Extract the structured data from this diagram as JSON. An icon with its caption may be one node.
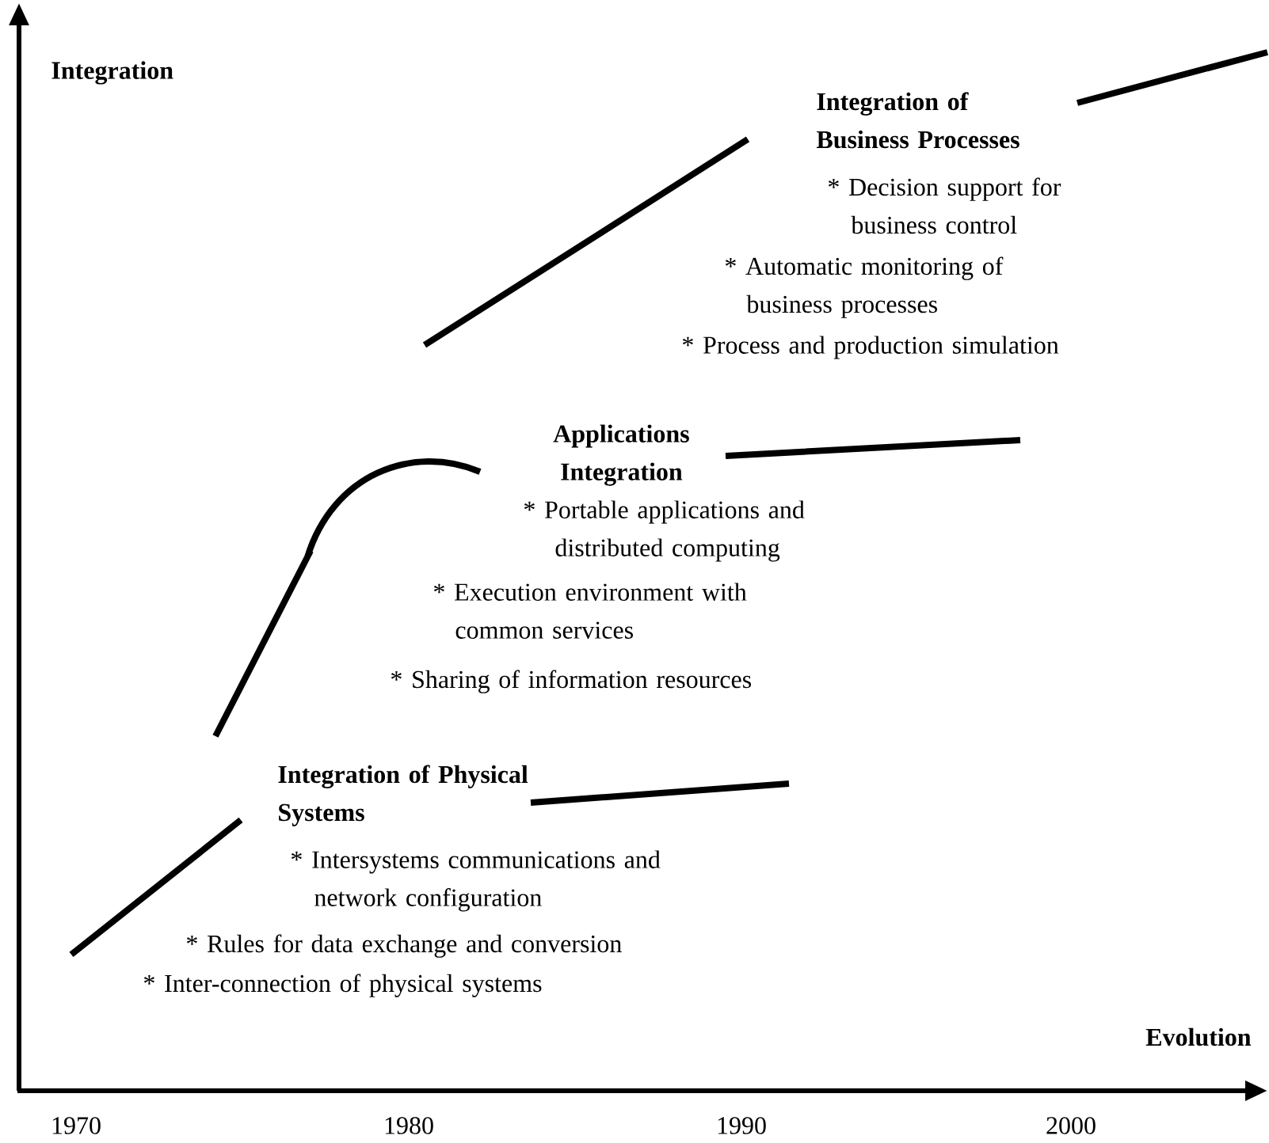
{
  "diagram": {
    "labels": [
      "Integration",
      "Integration of Business Processes",
      "* Decision support for business control",
      "* Automatic monitoring of business processes",
      "* Process and production simulation",
      "Applications Integration",
      "* Portable applications and distributed computing",
      "* Execution environment with common services",
      "* Sharing of information resources",
      "Integration of Physical Systems",
      "* Intersystems communications and network configuration",
      "* Rules for data exchange and conversion",
      "* Inter-connection of physical systems",
      "Evolution",
      "1970",
      "1980",
      "1990",
      "2000"
    ]
  }
}
